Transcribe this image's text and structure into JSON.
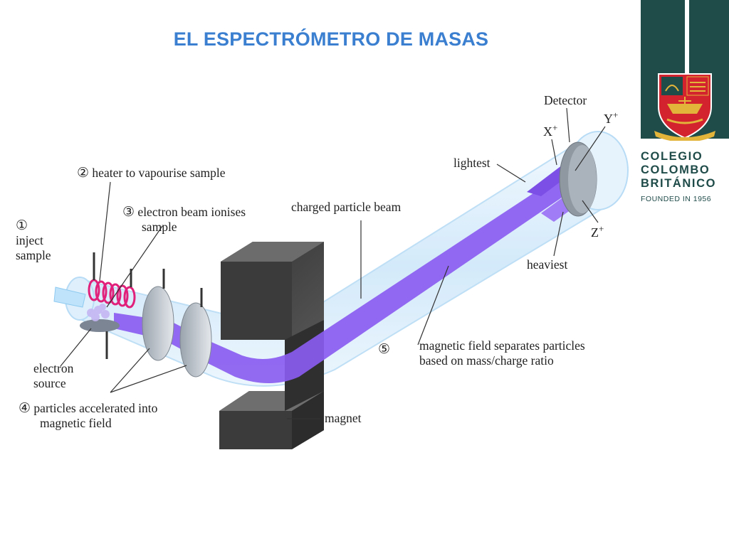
{
  "slide": {
    "title": "EL ESPECTRÓMETRO DE MASAS"
  },
  "brand": {
    "line1": "COLEGIO",
    "line2": "COLOMBO",
    "line3": "BRITÁNICO",
    "line4": "FOUNDED IN 1956",
    "colors": {
      "primary": "#1f4b49",
      "crest_red": "#d3232e",
      "crest_gold": "#e2b43a"
    }
  },
  "diagram": {
    "labels": {
      "step1_number": "①",
      "step1_line1": "inject",
      "step1_line2": "sample",
      "step2_number": "②",
      "step2_text": "heater to vapourise sample",
      "step3_number": "③",
      "step3_line1": "electron beam ionises",
      "step3_line2": "sample",
      "electron_source_line1": "electron",
      "electron_source_line2": "source",
      "step4_number": "④",
      "step4_line1": "particles accelerated into",
      "step4_line2": "magnetic field",
      "charged_particle_beam": "charged particle beam",
      "magnet": "magnet",
      "step5_number": "⑤",
      "field_line1": "magnetic field separates particles",
      "field_line2": "based on mass/charge ratio",
      "lightest": "lightest",
      "heaviest": "heaviest",
      "detector": "Detector",
      "ion_x": "X",
      "ion_y": "Y",
      "ion_z": "Z",
      "ion_charge": "+"
    },
    "colors": {
      "beam": "#8a5cf0",
      "tube": "#d6ecfb",
      "magnet": "#4a4a4a",
      "heater": "#e0207a"
    }
  }
}
